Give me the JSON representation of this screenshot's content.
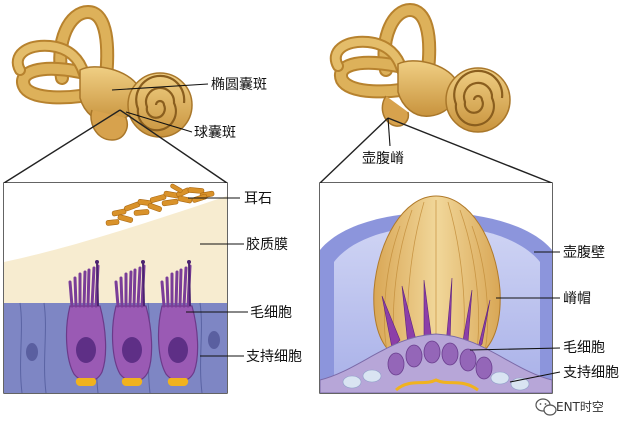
{
  "left_panel": {
    "labels": {
      "utricular_macula": "椭圆囊斑",
      "saccular_macula": "球囊斑",
      "otoliths": "耳石",
      "otolithic_membrane": "胶质膜",
      "hair_cells": "毛细胞",
      "supporting_cells": "支持细胞"
    }
  },
  "right_panel": {
    "labels": {
      "crista_ampullaris": "壶腹嵴",
      "ampulla_wall": "壶腹壁",
      "cupula": "嵴帽",
      "hair_cells": "毛细胞",
      "supporting_cells": "支持细胞"
    }
  },
  "watermark": {
    "text": "ENT时空"
  },
  "colors": {
    "bone": "#ddb15a",
    "bone_dark": "#b7822e",
    "gel": "#f7ecd0",
    "otolith": "#d9922a",
    "cell_layer": "#7e86c4",
    "hair_cell": "#9a5ab4",
    "nucleus": "#5e2f86",
    "nerve": "#f0b21f",
    "ampulla": "#8c95dc",
    "cupula": "#e6bf76"
  }
}
